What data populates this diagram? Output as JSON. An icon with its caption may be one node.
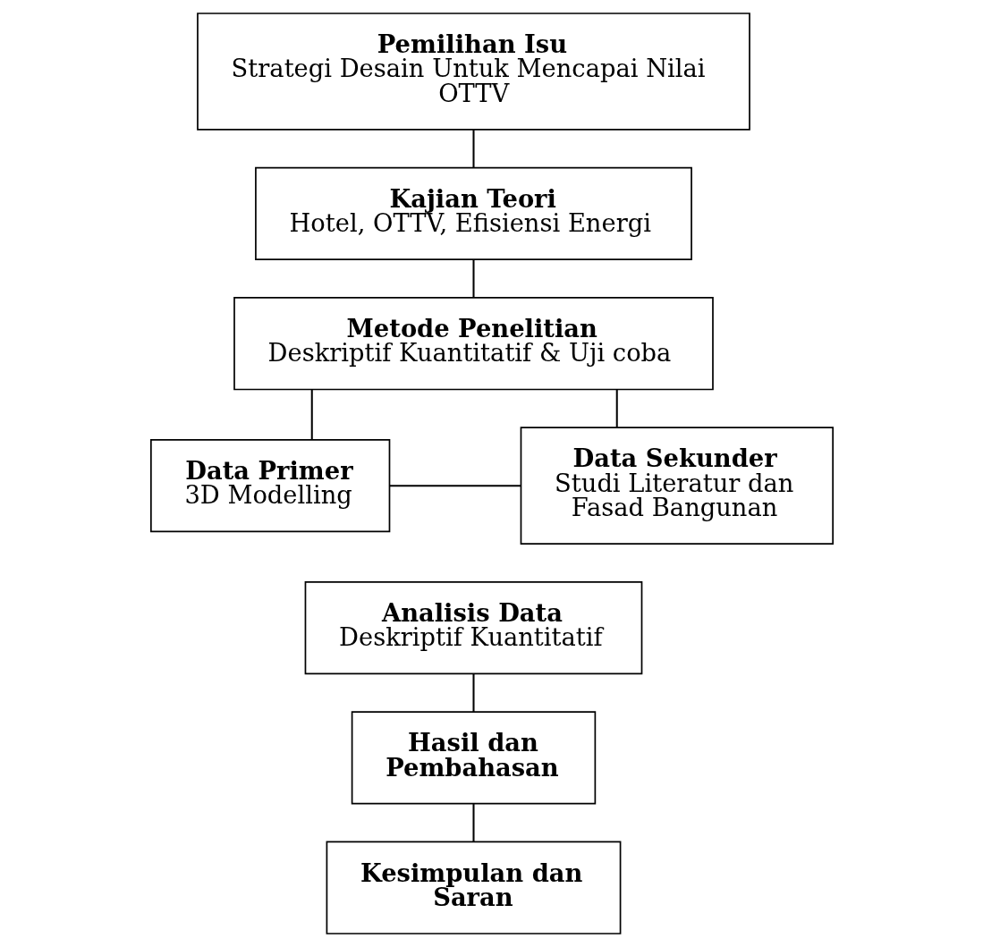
{
  "diagram": {
    "nodes": [
      {
        "text": [
          "Pemilihan Isu",
          "Strategi Desain Untuk Mencapai Nilai OTTV"
        ]
      },
      {
        "text": [
          "Kajian Teori",
          "Hotel, OTTV, Efisiensi Energi"
        ]
      },
      {
        "text": [
          "Metode Penelitian",
          "Deskriptif Kuantitatif & Uji coba"
        ]
      },
      {
        "text": [
          "Data Primer",
          "3D Modelling"
        ]
      },
      {
        "text": [
          "Data Sekunder",
          "Studi Literatur dan Fasad Bangunan"
        ]
      },
      {
        "text": [
          "Analisis Data",
          "Deskriptif Kuantitatif"
        ]
      },
      {
        "text": [
          "Hasil dan Pembahasan"
        ]
      },
      {
        "text": [
          "Kesimpulan dan Saran"
        ]
      }
    ],
    "edges": [
      {
        "from": 0,
        "to": 1,
        "arrow": "none"
      },
      {
        "from": 1,
        "to": 2,
        "arrow": "none"
      },
      {
        "from": 2,
        "to": 3,
        "arrow": "none"
      },
      {
        "from": 2,
        "to": 4,
        "arrow": "none"
      },
      {
        "from": 3,
        "to": 4,
        "arrow": "none"
      },
      {
        "from": 5,
        "to": 6,
        "arrow": "none"
      },
      {
        "from": 6,
        "to": 7,
        "arrow": "none"
      }
    ]
  }
}
